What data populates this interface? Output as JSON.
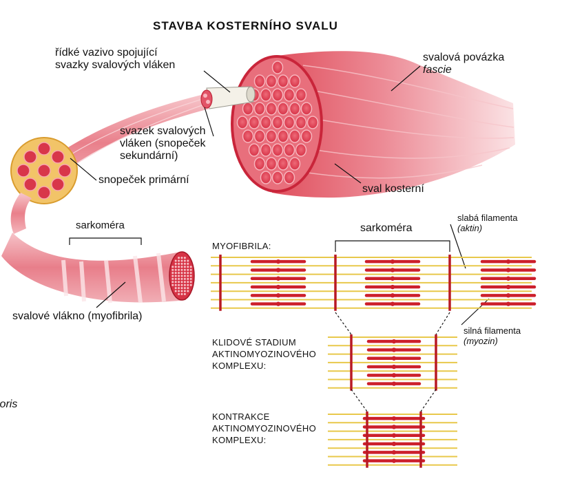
{
  "title": "STAVBA KOSTERNÍHO SVALU",
  "labels": {
    "loose_tissue_line1": "řídké vazivo spojující",
    "loose_tissue_line2": "svazky svalových vláken",
    "fascia_line1": "svalová povázka",
    "fascia_line2": "fascie",
    "bundle_line1": "svazek svalových",
    "bundle_line2": "vláken (snopeček",
    "bundle_line3": "sekundární)",
    "primary_bundle": "snopeček primární",
    "skeletal_muscle": "sval kosterní",
    "sarcomere_fiber": "sarkoméra",
    "muscle_fiber": "svalové vlákno (myofibrila)",
    "cut_text": "ioris",
    "myofibril": "MYOFIBRILA:",
    "sarcomere_main": "sarkoméra",
    "thin_line1": "slabá filamenta",
    "thin_line2": "(aktin)",
    "thick_line1": "silná filamenta",
    "thick_line2": "(myozin)",
    "rest_line1": "KLIDOVÉ STADIUM",
    "rest_line2": "AKTINOMYOZINOVÉHO",
    "rest_line3": "KOMPLEXU:",
    "contr_line1": "KONTRAKCE",
    "contr_line2": "AKTINOMYOZINOVÉHO",
    "contr_line3": "KOMPLEXU:"
  },
  "colors": {
    "muscle_red": "#d8364a",
    "muscle_pink": "#f2a6ae",
    "actin_yellow": "#e8c84a",
    "myosin_red": "#cc1f2b",
    "z_line": "#b81a24"
  }
}
